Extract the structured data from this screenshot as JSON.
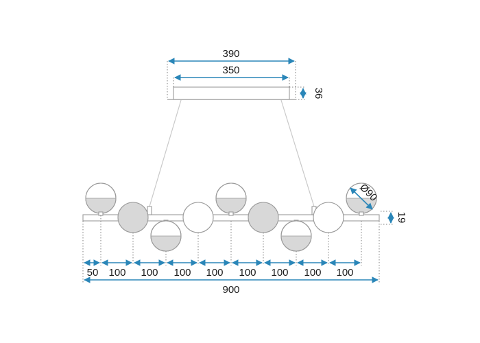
{
  "dimensions": {
    "canopy_outer_width": "390",
    "canopy_inner_width": "350",
    "canopy_height": "36",
    "globe_diameter": "Ø90",
    "bar_height": "19",
    "spacing": [
      "50",
      "100",
      "100",
      "100",
      "100",
      "100",
      "100",
      "100",
      "100"
    ],
    "total_length": "900"
  },
  "colors": {
    "dimension_line": "#2a86b8",
    "outline": "#9a9a9a",
    "frosted_glass": "#d8d8d8"
  }
}
